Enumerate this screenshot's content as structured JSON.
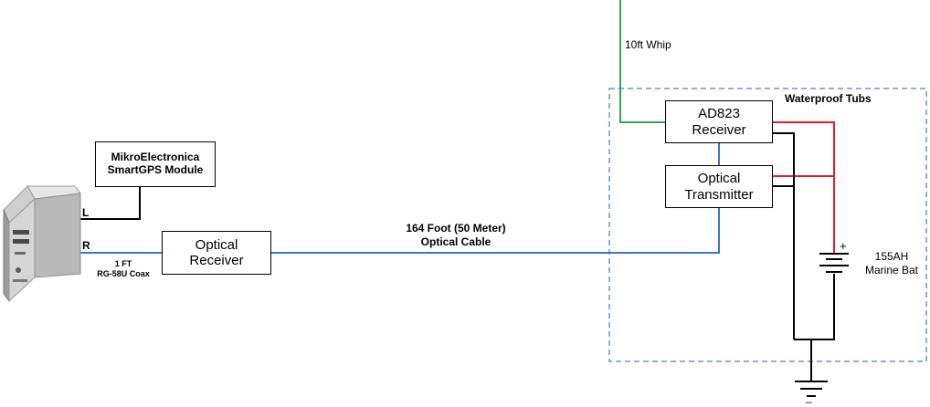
{
  "colors": {
    "optical_fiber": "#3f72c3",
    "antenna": "#2fa84f",
    "power_positive": "#e0202a",
    "wire": "#000000",
    "enclosure": "#6a96c8"
  },
  "icons": {
    "computer": "server-tower-icon",
    "battery": "battery-icon",
    "ground": "ground-icon"
  },
  "antenna": {
    "label": "10ft Whip"
  },
  "enclosure": {
    "label": "Waterproof Tubs"
  },
  "gps_module": {
    "line1": "MikroElectronica",
    "line2": "SmartGPS Module"
  },
  "computer": {
    "left_port": "L",
    "right_port": "R"
  },
  "coax": {
    "line1": "1 FT",
    "line2": "RG-58U Coax"
  },
  "optical_receiver": {
    "line1": "Optical",
    "line2": "Receiver"
  },
  "optical_cable": {
    "line1": "164 Foot (50 Meter)",
    "line2": "Optical Cable"
  },
  "ad823_receiver": {
    "line1": "AD823",
    "line2": "Receiver"
  },
  "optical_transmitter": {
    "line1": "Optical",
    "line2": "Transmitter"
  },
  "battery": {
    "plus": "+",
    "minus": "_",
    "line1": "155AH",
    "line2": "Marine Bat"
  }
}
